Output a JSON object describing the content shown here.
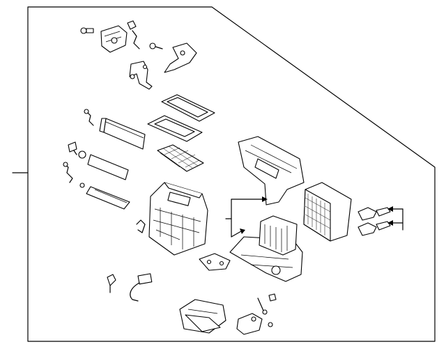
{
  "diagram": {
    "kind": "exploded-parts-view",
    "line_color": "#000000",
    "background": "#ffffff",
    "parts": [
      "bolt-top",
      "mode-actuator",
      "clip-top",
      "screw-top",
      "bracket-top",
      "lever-bracket",
      "link-lever",
      "door-upper",
      "gasket-large",
      "gasket-small",
      "clip-left-1",
      "door-middle",
      "mesh-filter",
      "clip-left-2",
      "door-lower",
      "heater-case",
      "upper-duct",
      "filter-element",
      "case-lower",
      "heater-core",
      "plate-bracket",
      "hose-connector-upper",
      "hose-connector-lower",
      "sensor-clip",
      "wire-harness",
      "blower-housing",
      "resistor-module",
      "small-fasteners"
    ]
  }
}
